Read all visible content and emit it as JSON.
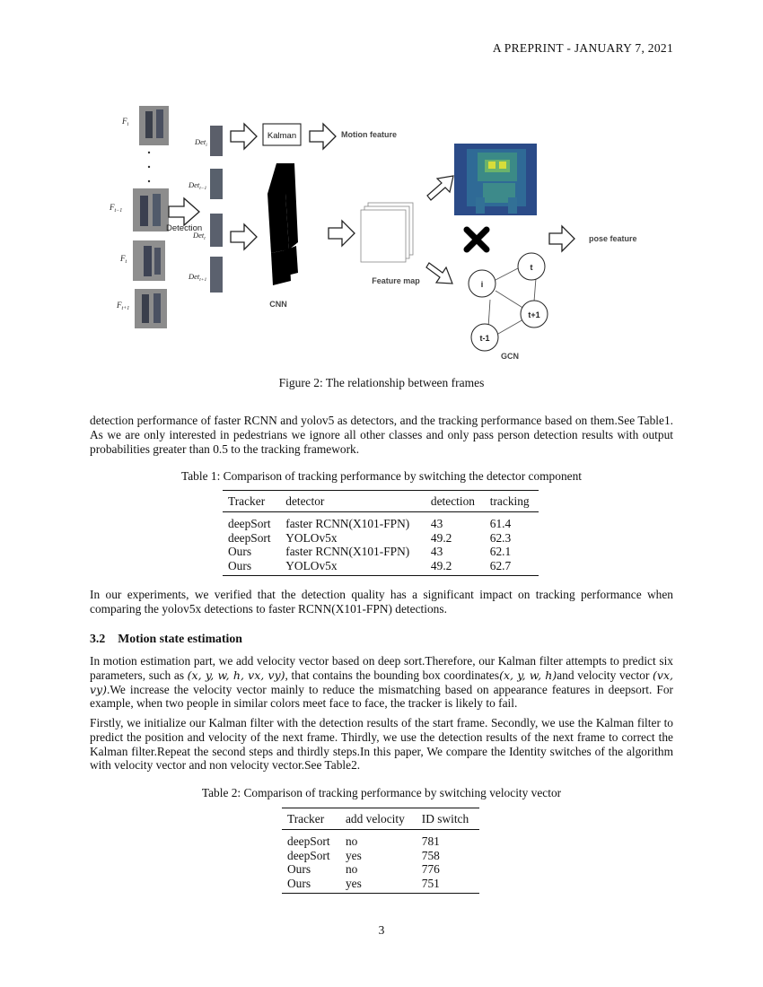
{
  "header": {
    "text": "A PREPRINT - JANUARY 7, 2021"
  },
  "figure": {
    "caption": "Figure 2: The relationship between frames",
    "frame_labels": [
      "F",
      "F",
      "F",
      "F"
    ],
    "frame_subscripts": [
      "i",
      "t−1",
      "t",
      "t+1"
    ],
    "det_labels": [
      "Det",
      "Det",
      "Det",
      "Det"
    ],
    "det_subscripts": [
      "i",
      "t−1",
      "t",
      "t+1"
    ],
    "detection_label": "Detection",
    "kalman_label": "Kalman",
    "motion_feature_label": "Motion feature",
    "cnn_label": "CNN",
    "feature_map_label": "Feature map",
    "pose_feature_label": "pose feature",
    "gcn_label": "GCN",
    "gcn_nodes": [
      "i",
      "t",
      "t+1",
      "t-1"
    ]
  },
  "para1": {
    "text": "detection performance of faster RCNN and yolov5 as detectors, and the tracking performance based on them.See Table1. As we are only interested in pedestrians we ignore all other classes and only pass person detection results with output probabilities greater than 0.5 to the tracking framework."
  },
  "table1": {
    "caption": "Table 1: Comparison of tracking performance by switching the detector component",
    "headers": [
      "Tracker",
      "detector",
      "detection",
      "tracking"
    ],
    "rows": [
      [
        "deepSort",
        "faster RCNN(X101-FPN)",
        "43",
        "61.4"
      ],
      [
        "deepSort",
        "YOLOv5x",
        "49.2",
        "62.3"
      ],
      [
        "Ours",
        "faster RCNN(X101-FPN)",
        "43",
        "62.1"
      ],
      [
        "Ours",
        "YOLOv5x",
        "49.2",
        "62.7"
      ]
    ]
  },
  "para2": {
    "text": "In our experiments, we verified that the detection quality has a significant impact on tracking performance when comparing the yolov5x detections to faster RCNN(X101-FPN) detections."
  },
  "section": {
    "number": "3.2",
    "title": "Motion state estimation"
  },
  "para3": {
    "t1": "In motion estimation part, we add velocity vector based on deep sort.Therefore, our Kalman filter attempts to predict six parameters, such as ",
    "m1": "(x, y, w, h, vx, vy)",
    "t2": ", that contains the bounding box coordinates",
    "m2": "(x, y, w, h)",
    "t3": "and velocity vector ",
    "m3": "(vx, vy)",
    "t4": ".We increase the velocity vector mainly to reduce the mismatching based on appearance features in deepsort. For example, when two people in similar colors meet face to face, the tracker is likely to fail."
  },
  "para4": {
    "text": "Firstly, we initialize our Kalman filter with the detection results of the start frame. Secondly, we use the Kalman filter to predict the position and velocity of the next frame. Thirdly, we use the detection results of the next frame to correct the Kalman filter.Repeat the second steps and thirdly steps.In this paper, We compare the Identity switches of the algorithm with velocity vector and non velocity vector.See Table2."
  },
  "table2": {
    "caption": "Table 2: Comparison of tracking performance by switching velocity vector",
    "headers": [
      "Tracker",
      "add velocity",
      "ID switch"
    ],
    "rows": [
      [
        "deepSort",
        "no",
        "781"
      ],
      [
        "deepSort",
        "yes",
        "758"
      ],
      [
        "Ours",
        "no",
        "776"
      ],
      [
        "Ours",
        "yes",
        "751"
      ]
    ]
  },
  "page_number": "3"
}
